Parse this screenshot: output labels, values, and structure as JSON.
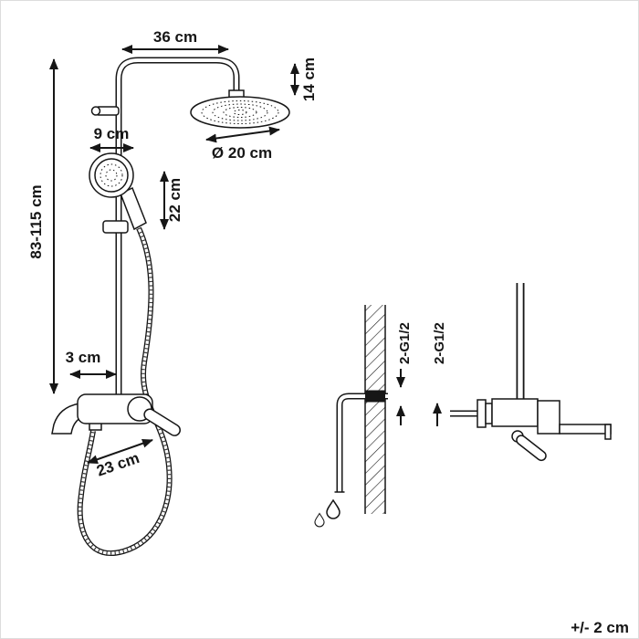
{
  "diagram": {
    "main": {
      "dim_top_width": "36 cm",
      "dim_head_height": "14 cm",
      "dim_head_diameter": "Ø 20 cm",
      "dim_hand_shower_width": "9 cm",
      "dim_hand_shower_length": "22 cm",
      "dim_column_height": "83-115 cm",
      "dim_pipe_offset": "3 cm",
      "dim_spout_length": "23 cm"
    },
    "details": {
      "connection_wall": "2-G1/2",
      "connection_mixer": "2-G1/2"
    },
    "tolerance": "+/- 2 cm"
  }
}
